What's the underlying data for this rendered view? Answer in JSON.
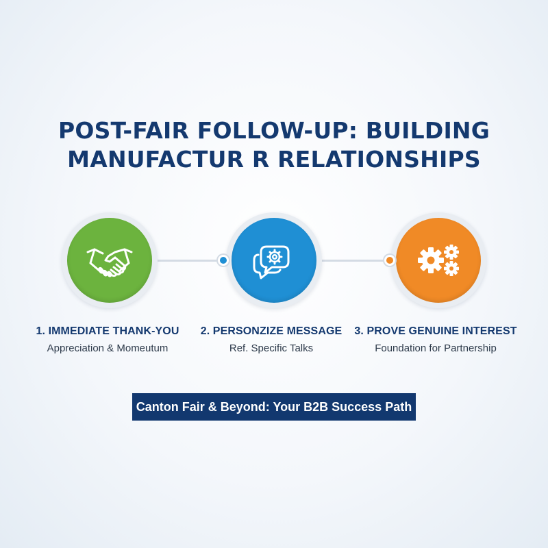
{
  "title": {
    "line1": "POST-FAIR FOLLOW-UP: BUILDING",
    "line2": "MANUFACTUR R RELATIONSHIPS"
  },
  "steps": [
    {
      "title": "1. IMMEDIATE THANK-YOU",
      "subtitle": "Appreciation & Momeutum",
      "icon": "handshake-icon",
      "color": "#6cb33e"
    },
    {
      "title": "2. PERSONZIZE MESSAGE",
      "subtitle": "Ref. Specific Talks",
      "icon": "chat-bubbles-gear-icon",
      "color": "#1f8fd4"
    },
    {
      "title": "3. PROVE GENUINE INTEREST",
      "subtitle": "Foundation for Partnership",
      "icon": "gears-icon",
      "color": "#f08a26"
    }
  ],
  "banner": {
    "text": "Canton Fair & Beyond: Your B2B Success Path"
  },
  "colors": {
    "title": "#14396f",
    "banner_bg": "#12386f",
    "connector": "#d4dbe4"
  }
}
